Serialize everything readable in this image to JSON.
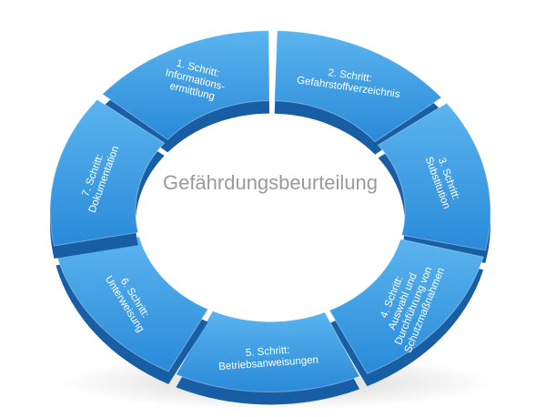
{
  "diagram": {
    "title": "Gefährdungsbeurteilung",
    "colors": {
      "segment_top": "#5bb4ee",
      "segment_mid": "#2a8ad9",
      "segment_side": "#175ea4",
      "text": "#ffffff",
      "title": "#9a9a9a"
    },
    "steps": [
      {
        "lines": [
          "1. Schritt:",
          "Informations-",
          "ermittlung"
        ]
      },
      {
        "lines": [
          "2. Schritt:",
          "Gefahrstoffverzeichnis"
        ]
      },
      {
        "lines": [
          "3. Schritt:",
          "Substitution"
        ]
      },
      {
        "lines": [
          "4. Schritt:",
          "Auswahl und",
          "Durchführung von",
          "Schutzmaßnahmen"
        ]
      },
      {
        "lines": [
          "5. Schritt:",
          "Betriebsanweisungen"
        ]
      },
      {
        "lines": [
          "6. Schritt:",
          "Unterweisung"
        ]
      },
      {
        "lines": [
          "7. Schritt:",
          "Dokumentation"
        ]
      }
    ]
  }
}
